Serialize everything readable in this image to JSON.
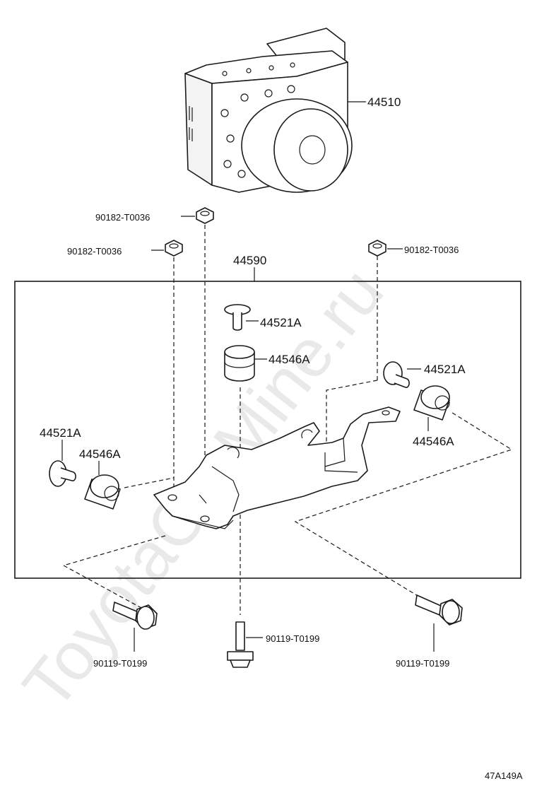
{
  "watermark": "ToyotaCarMine.ru",
  "figure_code": "47A149A",
  "assembly_label": "44590",
  "parts": {
    "actuator": "44510",
    "nut_top_center": "90182-T0036",
    "nut_left": "90182-T0036",
    "nut_right": "90182-T0036",
    "bolt_center": "44521A",
    "cushion_center": "44546A",
    "bolt_right": "44521A",
    "cushion_right": "44546A",
    "bolt_left": "44521A",
    "cushion_left": "44546A",
    "screw_left": "90119-T0199",
    "screw_center": "90119-T0199",
    "screw_right": "90119-T0199"
  }
}
